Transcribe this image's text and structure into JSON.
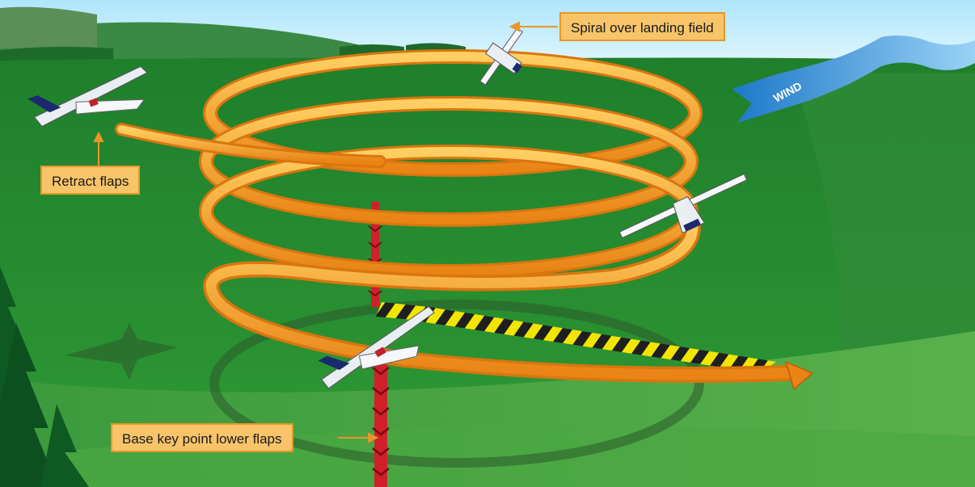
{
  "callouts": {
    "spiral": "Spiral over landing field",
    "retract": "Retract flaps",
    "base": "Base key point lower flaps"
  },
  "wind_label": "WIND",
  "colors": {
    "sky": "#cfeefa",
    "grass_dark": "#1f7a2a",
    "grass_light": "#47a843",
    "hill": "#2e8a3a",
    "path": "#f39a1e",
    "path_highlight": "#ffd26a",
    "callout_fill": "#f7c46a",
    "callout_border": "#e8962a",
    "wind_arrow": "#2f8ed8",
    "marker_red": "#d0202a",
    "stripe_yellow": "#f2e600",
    "shadow": "#2d5a2a"
  },
  "icons": [
    "airplane-icon",
    "wind-arrow-icon",
    "tree-icon"
  ]
}
